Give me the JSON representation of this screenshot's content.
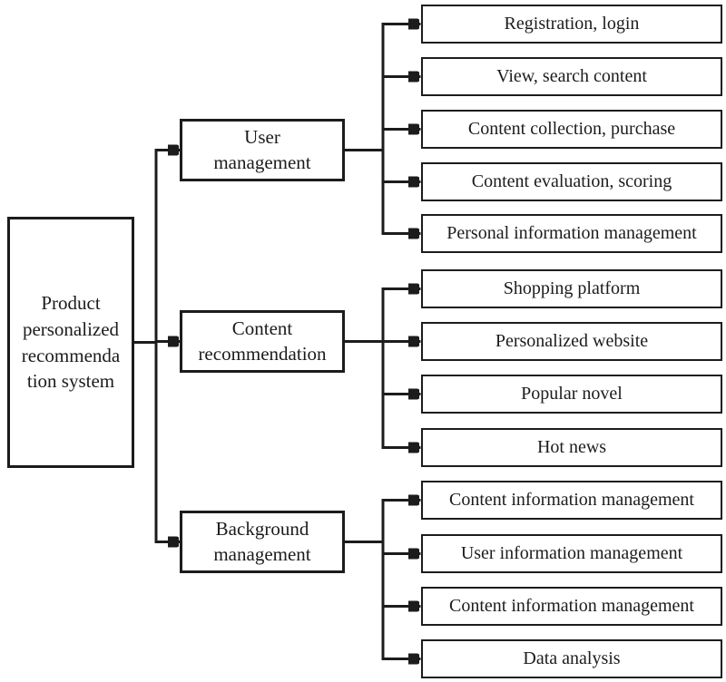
{
  "tree": {
    "root": {
      "label": "Product personalized recommendation system",
      "lines": [
        "Product",
        "personalized",
        "recommenda",
        "tion system"
      ]
    },
    "groups": [
      {
        "label": "User management",
        "branch_lines": [
          "User",
          "management"
        ],
        "leaves": [
          "Registration, login",
          "View, search content",
          "Content collection, purchase",
          "Content evaluation, scoring",
          "Personal information management"
        ]
      },
      {
        "label": "Content recommendation",
        "branch_lines": [
          "Content",
          "recommendation"
        ],
        "leaves": [
          "Shopping platform",
          "Personalized website",
          "Popular novel",
          "Hot news"
        ]
      },
      {
        "label": "Background management",
        "branch_lines": [
          "Background",
          "management"
        ],
        "leaves": [
          "Content information management",
          "User information management",
          "Content information management",
          "Data analysis"
        ]
      }
    ],
    "colors": {
      "line": "#1c1c1c",
      "text": "#1c1c1c",
      "box_fill": "#ffffff",
      "background": "#ffffff"
    }
  }
}
